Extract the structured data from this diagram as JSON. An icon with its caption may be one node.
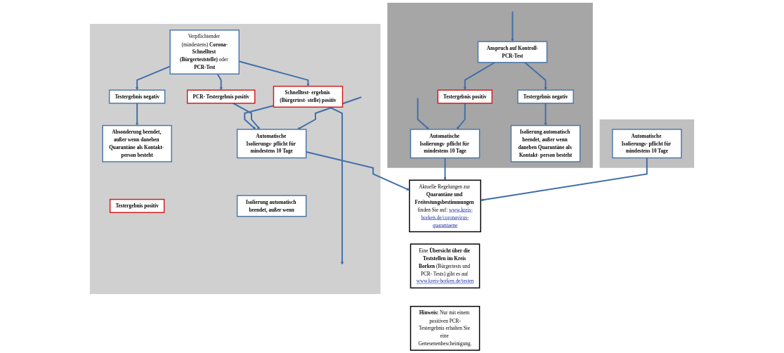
{
  "diagram": {
    "nodes": [
      {
        "text": [],
        "shape": "box"
      },
      {
        "text": [
          "Verpflichtender (mindestens) **Corona-Schnelltest (Bürgerteststelle)** oder **PCR-Test**"
        ],
        "in": 0
      },
      {
        "text": [
          "Testergebnis negativ"
        ],
        "in": 0
      },
      {
        "text": [
          "Schnelltest- ergebnis (Bürgertest- stelle) positiv"
        ],
        "in": 0
      },
      {
        "text": [
          "PCR- Testergebnis positiv"
        ],
        "in": 0
      },
      {
        "text": [
          "Absonderung beendet, außer wenn daneben Quarantäne als Kontakt- person besteht"
        ],
        "in": 0
      },
      {
        "text": [
          "Automatische Isolierungs- pflicht für mindestens 10 Tage"
        ],
        "in": 0
      },
      {
        "text": [
          "Testergebnis positiv"
        ],
        "in": 0
      },
      {
        "text": [
          "Isolierung automatisch beendet, außer wenn"
        ],
        "in": 0
      },
      {
        "text": [],
        "shape": "box"
      },
      {
        "text": [
          "Automatische Isolierungs- pflicht für mindestens 10 Tage"
        ],
        "in": 9
      },
      {
        "text": [
          "Anspruch auf Kontroll-PCR-Test"
        ],
        "in": 9
      },
      {
        "text": [
          "Testergebnis negativ"
        ],
        "in": 9
      },
      {
        "text": [
          "Testergebnis positiv"
        ],
        "in": 9
      },
      {
        "text": [
          "Isolierung automatisch beendet, außer wenn daneben Quarantäne als Kontakt- person besteht"
        ],
        "in": 9
      },
      {
        "text": [],
        "shape": "box"
      },
      {
        "text": [
          "Automatische Isolierungs- pflicht für mindestens 10 Tage"
        ],
        "in": 15
      },
      {
        "text": [
          "Aktuelle Regelungen zur **Quarantäne und Freitestungsbestimmungen** finden Sie auf: www.kreis-borken.de/coronavirus-quarantaene"
        ]
      },
      {
        "text": [
          "Eine **Übersicht über die Teststellen im Kreis Borken** (Bürgertests und PCR- Tests) gibt es auf www.kreis-borken.de/testen"
        ]
      },
      {
        "text": [
          "**Hinweis:** Nur mit einem positiven PCR-Testergebnis erhalten Sie eine Genesenenbescheinigung."
        ]
      }
    ],
    "edges": [
      {
        "from": 1,
        "to": 2,
        "arrow": "to"
      },
      {
        "from": 1,
        "to": 3,
        "arrow": "to"
      },
      {
        "from": 1,
        "to": 4,
        "arrow": "to"
      },
      {
        "from": 2,
        "to": 5,
        "arrow": "to"
      },
      {
        "from": 3,
        "to": null,
        "arrow": "to"
      },
      {
        "from": 3,
        "to": 6,
        "arrow": "to"
      },
      {
        "from": 4,
        "to": 6,
        "arrow": "to"
      },
      {
        "from": null,
        "to": 6,
        "arrow": "to"
      },
      {
        "from": 6,
        "to": 17,
        "arrow": "to"
      },
      {
        "from": null,
        "to": 10,
        "arrow": "to"
      },
      {
        "from": null,
        "to": 11,
        "arrow": "to"
      },
      {
        "from": 11,
        "to": 13,
        "arrow": "to"
      },
      {
        "from": 13,
        "to": 10,
        "arrow": "to"
      },
      {
        "from": 11,
        "to": 12,
        "arrow": "to"
      },
      {
        "from": 12,
        "to": 14,
        "arrow": "to"
      },
      {
        "from": 10,
        "to": 17,
        "arrow": "to"
      },
      {
        "from": 16,
        "to": 17,
        "arrow": "to"
      }
    ]
  }
}
